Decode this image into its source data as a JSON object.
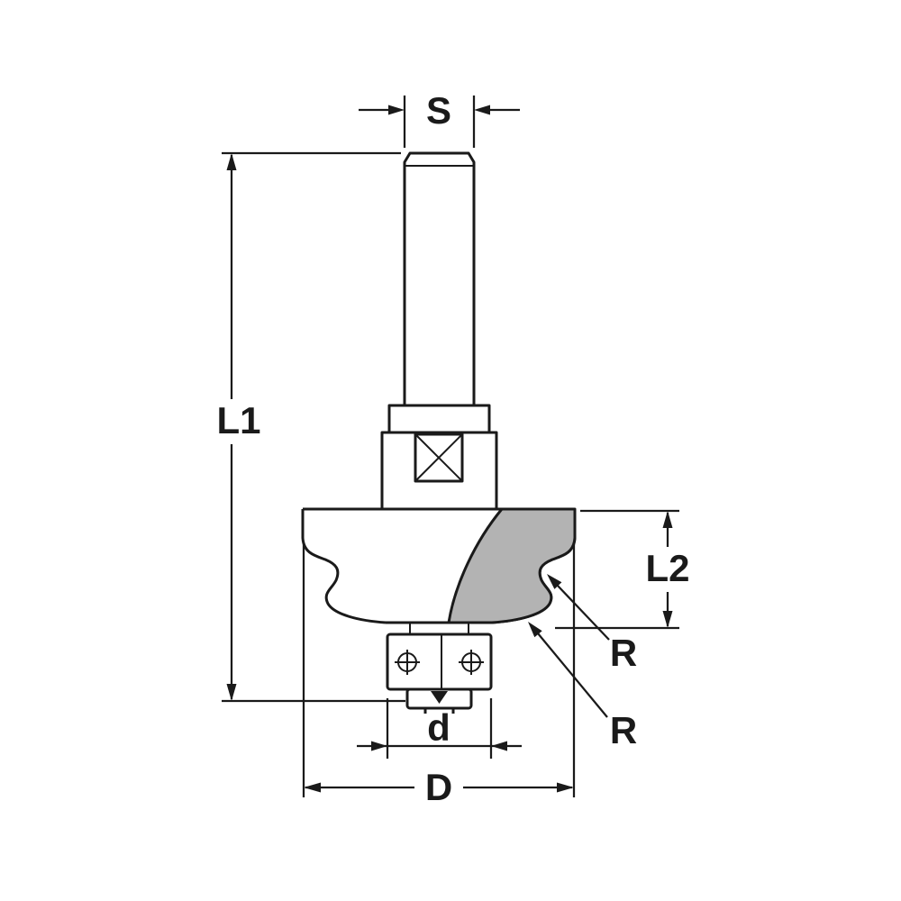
{
  "diagram": {
    "labels": {
      "shank_diameter": "S",
      "overall_length": "L1",
      "cutting_length": "L2",
      "radius_upper": "R",
      "radius_lower": "R",
      "bearing_diameter": "d",
      "overall_diameter": "D"
    },
    "colors": {
      "line": "#1a1a1a",
      "carbide_fill": "#b3b3b3",
      "background": "#ffffff"
    }
  }
}
